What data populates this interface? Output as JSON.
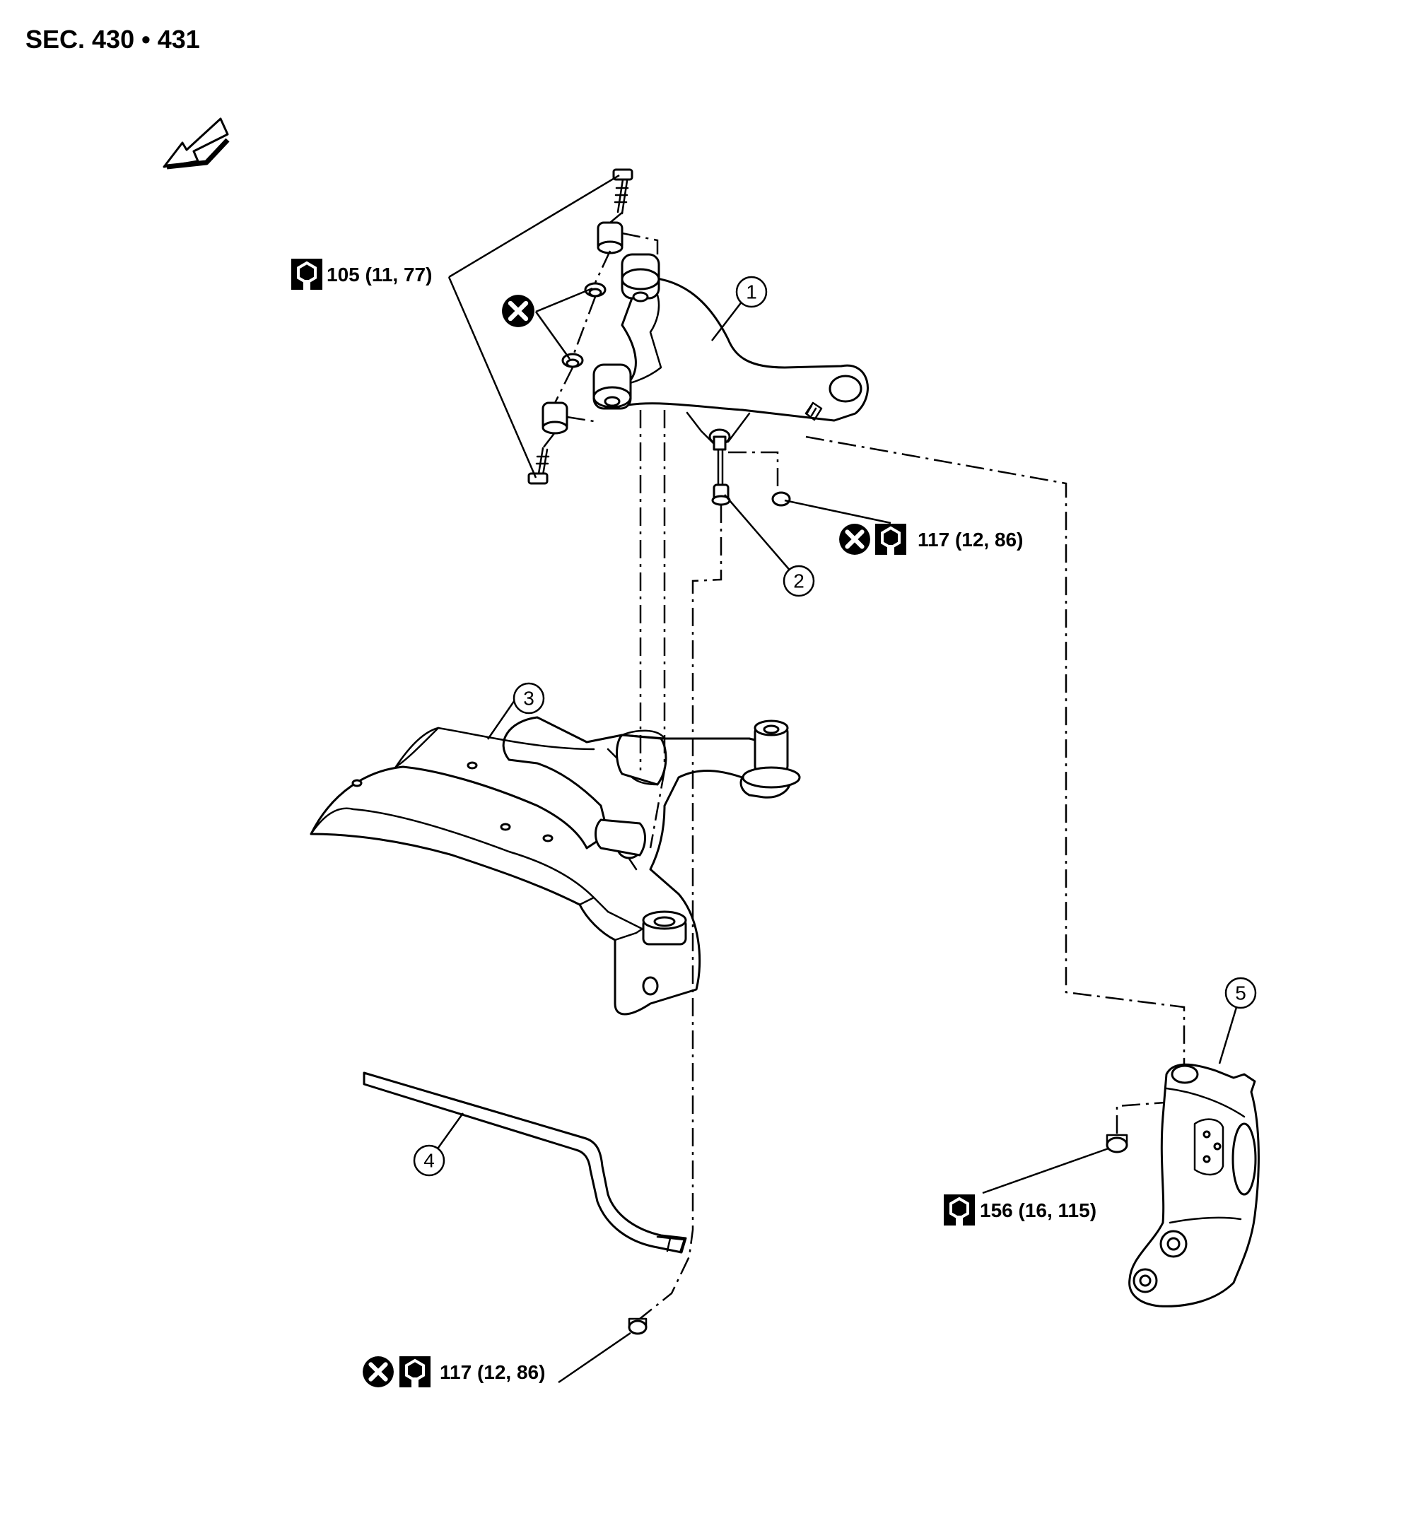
{
  "header": {
    "section_ref": "SEC. 430 • 431"
  },
  "callouts": [
    {
      "number": "1"
    },
    {
      "number": "2"
    },
    {
      "number": "3"
    },
    {
      "number": "4"
    },
    {
      "number": "5"
    }
  ],
  "torques": [
    {
      "value": "105 (11, 77)",
      "replace_part": false
    },
    {
      "value": "117 (12, 86)",
      "replace_part": true
    },
    {
      "value": "156 (16, 115)",
      "replace_part": false
    },
    {
      "value": "117 (12, 86)",
      "replace_part": true
    }
  ],
  "icons": [
    "front-arrow-icon",
    "torque-wrench-icon",
    "do-not-reuse-icon"
  ],
  "colors": {
    "ink": "#000000",
    "paper": "#ffffff"
  }
}
